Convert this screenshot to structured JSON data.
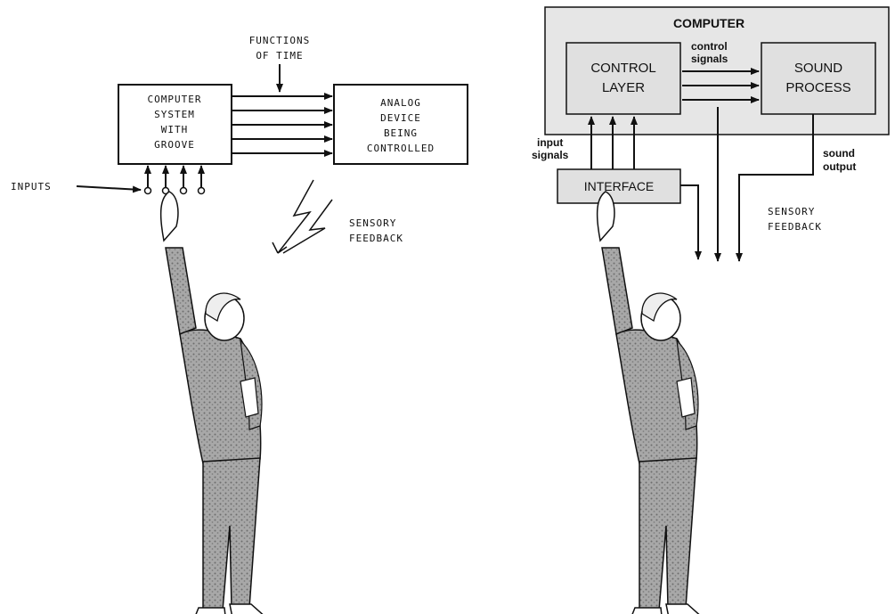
{
  "left_diagram": {
    "computer_box": [
      "COMPUTER",
      "SYSTEM",
      "WITH",
      "GROOVE"
    ],
    "analog_box": [
      "ANALOG",
      "DEVICE",
      "BEING",
      "CONTROLLED"
    ],
    "functions_label": [
      "FUNCTIONS",
      "OF TIME"
    ],
    "inputs_label": "INPUTS",
    "feedback_label": [
      "SENSORY",
      "FEEDBACK"
    ]
  },
  "right_diagram": {
    "computer_title": "COMPUTER",
    "control_layer_box": [
      "CONTROL",
      "LAYER"
    ],
    "sound_process_box": [
      "SOUND",
      "PROCESS"
    ],
    "interface_box": "INTERFACE",
    "control_signals_label": [
      "control",
      "signals"
    ],
    "input_signals_label": [
      "input",
      "signals"
    ],
    "sound_output_label": [
      "sound",
      "output"
    ],
    "feedback_label": [
      "SENSORY",
      "FEEDBACK"
    ]
  },
  "colors": {
    "box_fill": "#e0e0e0",
    "outer_fill": "#e6e6e6",
    "figure_fill": "#9a9a9a",
    "ink": "#111111"
  },
  "icons": [
    "lightning-bolt-icon",
    "person-conductor-icon"
  ]
}
